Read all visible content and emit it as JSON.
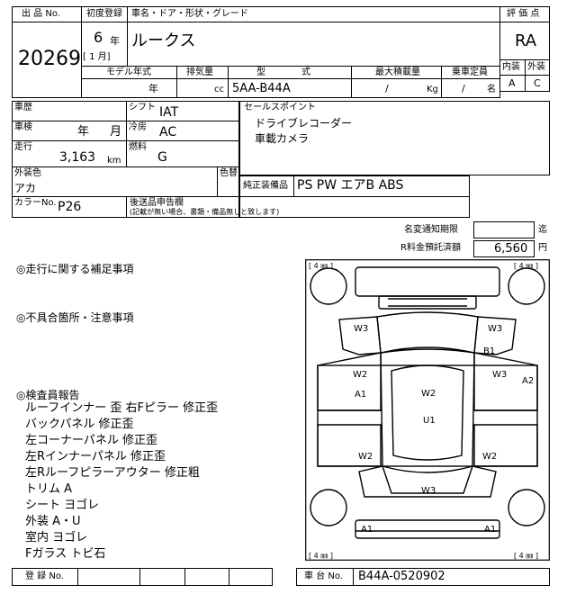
{
  "header": {
    "lot_no_label": "出 品 No.",
    "lot_no": "20269",
    "first_reg_label": "初度登録",
    "car_name_label": "車名・ドア・形状・グレード",
    "year_value": "6",
    "year_unit": "年",
    "month_value": "[ 1 月]",
    "car_name": "ルークス",
    "model_year_label": "モデル年式",
    "displacement_label": "排気量",
    "type_label": "型　　　　式",
    "max_load_label": "最大積載量",
    "capacity_label": "乗車定員",
    "model_year_unit": "年",
    "displacement_unit": "cc",
    "type_value": "5AA-B44A",
    "max_load_value": "/",
    "max_load_unit": "Kg",
    "capacity_value": "/",
    "capacity_unit": "名",
    "score_label": "評 価 点",
    "score": "RA",
    "interior_label": "内装",
    "exterior_label": "外装",
    "interior_value": "A",
    "exterior_value": "C"
  },
  "specs": {
    "history_label": "車歴",
    "shift_label": "シフト",
    "shift_value": "IAT",
    "inspection_label": "車検",
    "inspection_year": "年",
    "inspection_month": "月",
    "ac_label": "冷房",
    "ac_value": "AC",
    "mileage_label": "走行",
    "mileage_value": "3,163",
    "mileage_unit": "km",
    "fuel_label": "燃料",
    "fuel_value": "G",
    "exterior_color_label": "外装色",
    "exterior_color_value": "アカ",
    "color_change_label": "色替",
    "color_no_label": "カラーNo.",
    "color_no_value": "P26",
    "docs_label": "後送品申告欄",
    "docs_note": "(記載が無い場合、書類・備品無しと致します)",
    "sales_point_label": "セールスポイント",
    "sales_points": [
      "ドライブレコーダー",
      "車載カメラ"
    ],
    "equipment_label": "純正装備品",
    "equipment_value": "PS  PW  エアB  ABS"
  },
  "deadlines": {
    "name_change_label": "名変通知期限",
    "name_change_unit": "迄",
    "recycle_label": "R料金預託済額",
    "recycle_value": "6,560",
    "recycle_unit": "円"
  },
  "notes": {
    "driving_title": "◎走行に関する補足事項",
    "defects_title": "◎不具合箇所・注意事項",
    "inspector_title": "◎検査員報告",
    "inspector_lines": [
      "ルーフインナー 歪  右Fピラー 修正歪",
      "バックパネル 修正歪",
      "左コーナーパネル 修正歪",
      "左Rインナーパネル 修正歪",
      "左Rルーフピラーアウター 修正粗",
      "トリム A",
      "シート ヨゴレ",
      "外装 A・U",
      "室内 ヨゴレ",
      "Fガラス トビ石"
    ]
  },
  "diagram": {
    "tire_tl": "[ 4 ㎜ ]",
    "tire_tr": "[ 4 ㎜ ]",
    "tire_bl": "[ 4 ㎜ ]",
    "tire_br": "[ 4 ㎜ ]",
    "marks": {
      "w3_tl": "W3",
      "w3_tr": "W3",
      "b1": "B1",
      "w2_l": "W2",
      "a1_l": "A1",
      "w2_c": "W2",
      "u1": "U1",
      "w3_r": "W3",
      "a2": "A2",
      "w2_bl": "W2",
      "w2_br": "W2",
      "w3_b": "W3",
      "a1_bl": "A1",
      "a1_br": "A1"
    }
  },
  "footer": {
    "reg_no_label": "登 録 No.",
    "chassis_label": "車 台 No.",
    "chassis_value": "B44A-0520902"
  }
}
